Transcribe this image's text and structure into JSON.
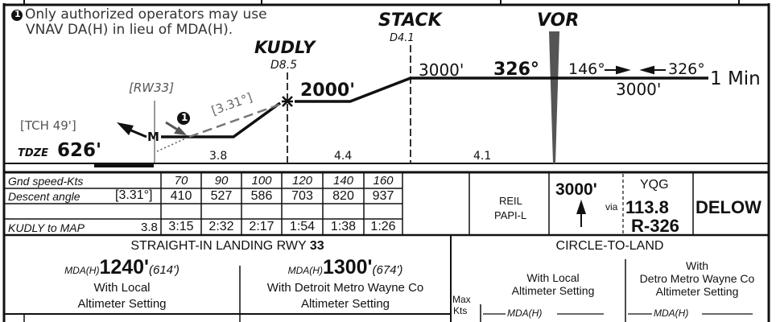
{
  "profile": {
    "note_marker": "1",
    "note_line1": "Only authorized operators may use",
    "note_line2": "VNAV DA(H) in lieu of MDA(H).",
    "kudly": {
      "name": "KUDLY",
      "dme": "D8.5",
      "altitude": "2000'"
    },
    "stack": {
      "name": "STACK",
      "dme": "D4.1",
      "altitude": "3000'"
    },
    "vor": {
      "name": "VOR",
      "course": "326°"
    },
    "holding": {
      "outbound": "146°",
      "inbound": "326°",
      "altitude": "3000'",
      "leg": "1 Min"
    },
    "runway": "[RW33]",
    "tch": "[TCH 49']",
    "tdze_label": "TDZE",
    "tdze_value": "626'",
    "glidepath": "[3.31°]",
    "map_marker": "M",
    "distances": [
      "3.8",
      "4.4",
      "4.1"
    ]
  },
  "table": {
    "gnd_speed_label": "Gnd speed-Kts",
    "speeds": [
      "70",
      "90",
      "100",
      "120",
      "140",
      "160"
    ],
    "descent_label": "Descent angle",
    "descent_angle": "[3.31°]",
    "descent_rates": [
      "410",
      "527",
      "586",
      "703",
      "820",
      "937"
    ],
    "kudly_map_label": "KUDLY to MAP",
    "kudly_map_dist": "3.8",
    "times": [
      "3:15",
      "2:32",
      "2:17",
      "1:54",
      "1:38",
      "1:26"
    ],
    "lighting": [
      "REIL",
      "PAPI-L"
    ],
    "missed_alt": "3000'",
    "missed_nav": {
      "fix": "YQG",
      "via": "via",
      "freq": "113.8",
      "radial": "R-326"
    },
    "missed_fix": "DELOW"
  },
  "minimums": {
    "straight_in_title": "STRAIGHT-IN LANDING RWY",
    "straight_in_rwy": "33",
    "local": {
      "label": "MDA(H)",
      "value": "1240'",
      "height": "(614')",
      "line1": "With Local",
      "line2": "Altimeter Setting"
    },
    "remote": {
      "label": "MDA(H)",
      "value": "1300'",
      "height": "(674')",
      "line1": "With Detroit Metro Wayne Co",
      "line2": "Altimeter Setting"
    },
    "max_kts": [
      "Max",
      "Kts"
    ],
    "circle_title": "CIRCLE-TO-LAND",
    "circle_local": {
      "line1": "With Local",
      "line2": "Altimeter Setting",
      "mda": "MDA(H)"
    },
    "circle_remote": {
      "line0": "With",
      "line1": "Detro Metro Wayne Co",
      "line2": "Altimeter Setting",
      "mda": "MDA(H)"
    }
  }
}
